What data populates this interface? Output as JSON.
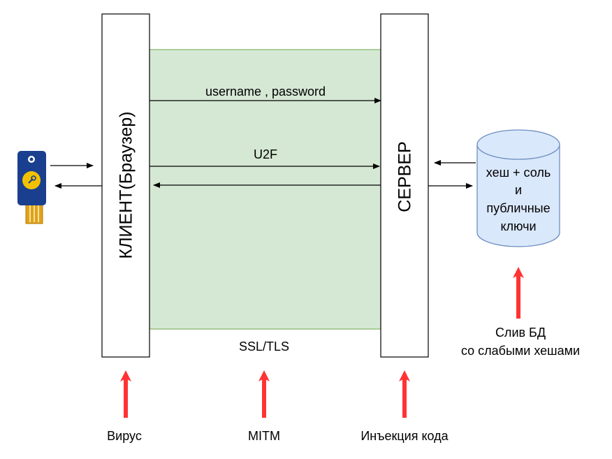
{
  "client": {
    "label": "КЛИЕНТ(Браузер)"
  },
  "server": {
    "label": "СЕРВЕР"
  },
  "channel": {
    "label": "SSL/TLS",
    "message_credentials": "username , password",
    "message_u2f": "U2F"
  },
  "database": {
    "lines": [
      "хеш + соль",
      "и",
      "публичные",
      "ключи"
    ]
  },
  "threats": {
    "virus": "Вирус",
    "mitm": "MITM",
    "injection": "Инъекция кода",
    "db_leak_line1": "Слив БД",
    "db_leak_line2": "со слабыми хешами"
  },
  "colors": {
    "channel_fill": "#d5e8d4",
    "channel_stroke": "#82b366",
    "db_fill": "#dae8fc",
    "db_stroke": "#6c8ebf",
    "threat_arrow": "#ff3333",
    "key_body": "#1a3f8f",
    "key_button": "#f2c200"
  }
}
